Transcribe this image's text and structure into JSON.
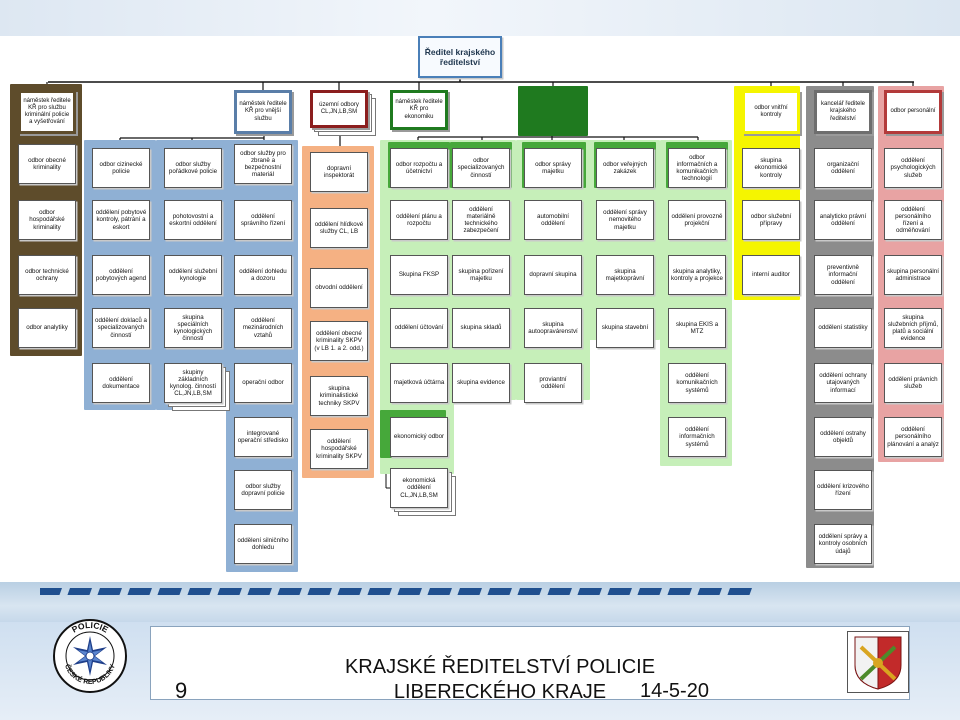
{
  "chart_data": {
    "type": "org-chart",
    "root": "Ředitel krajského ředitelství",
    "colors": {
      "brown": "#5e4c2b",
      "blue": "#8fb0d4",
      "dark_red": "#8b1e1e",
      "orange": "#f5b183",
      "green": "#46a83a",
      "dark_green": "#1f7a1f",
      "light_green": "#c6efb9",
      "yellow": "#f5f500",
      "gray": "#8c8c8c",
      "pink": "#e8a3a3",
      "red": "#b33a3a"
    },
    "columns": [
      {
        "id": "c1",
        "color": "brown",
        "head": "náměstek ředitele KŘ pro službu kriminální policie a vyšetřování",
        "items": [
          "odbor obecné kriminality",
          "odbor hospodářské kriminality",
          "odbor technické ochrany",
          "odbor analytiky"
        ]
      },
      {
        "id": "c2",
        "color": "blue",
        "head": "",
        "items": [
          "odbor cizinecké policie",
          "oddělení pobytové kontroly, pátrání a eskort",
          "oddělení pobytových agend",
          "oddělení doklaců a specializovaných činností",
          "oddělení dokumentace"
        ]
      },
      {
        "id": "c3",
        "color": "blue",
        "head": "",
        "items": [
          "odbor služby pořádkové policie",
          "pohotovostní a eskortní oddělení",
          "oddělení služební kynologie",
          "skupina speciálních kynologických činností",
          "skupiny základních kynolog. činností CL,JN,LB,SM"
        ]
      },
      {
        "id": "c4",
        "color": "blue",
        "head": "náměstek ředitele KŘ pro vnější službu",
        "items": [
          "odbor služby pro zbraně a bezpečnostní materiál",
          "oddělení správního řízení",
          "oddělení dohledu a dozoru",
          "oddělení mezinárodních vztahů",
          "operační odbor",
          "integrované operační středisko",
          "odbor služby dopravní policie",
          "oddělení silničního dohledu"
        ]
      },
      {
        "id": "c5",
        "color": "orange",
        "head": "územní odbory CL,JN,LB,SM",
        "items": [
          "dopravní inspektorát",
          "oddělení hlídkové služby CL, LB",
          "obvodní oddělení",
          "oddělení obecné kriminality SKPV (v LB 1. a 2. odd.)",
          "skupina kriminalistické techniky SKPV",
          "oddělení hospodářské kriminality SKPV"
        ]
      },
      {
        "id": "c6",
        "color": "green",
        "head": "náměstek ředitele KŘ pro ekonomiku",
        "items": [
          "odbor rozpočtu a účetnictví",
          "oddělení plánu a rozpočtu",
          "Skupina FKSP",
          "oddělení účtování",
          "majetková účtárna",
          "ekonomický odbor",
          "ekonomická oddělení CL,JN,LB,SM"
        ]
      },
      {
        "id": "c7",
        "color": "green",
        "head": "",
        "items": [
          "odbor specializovaných činností",
          "oddělení materiálně technického zabezpečení",
          "skupina pořizení majetku",
          "skupina skladů",
          "skupina evidence"
        ]
      },
      {
        "id": "c8",
        "color": "green",
        "head": "",
        "items": [
          "odbor správy majetku",
          "automobilní oddělení",
          "dopravní skupina",
          "skupina autoopravárenství",
          "proviantní oddělení"
        ]
      },
      {
        "id": "c9",
        "color": "green",
        "head": "",
        "items": [
          "odbor veřejných zakázek",
          "oddělení správy nemovitého majetku",
          "skupina majetkoprávní",
          "skupina stavební"
        ]
      },
      {
        "id": "c10",
        "color": "green",
        "head": "",
        "items": [
          "odbor informačních a komunikačních technologií",
          "oddělení provozně projekční",
          "skupina analytiky, kontroly a projekce",
          "skupina EKIS a MTZ",
          "oddělení komunikačních systémů",
          "oddělení informačních systémů"
        ]
      },
      {
        "id": "c11",
        "color": "yellow",
        "head": "odbor vnitřní kontroly",
        "items": [
          "skupina ekonomické kontroly",
          "odbor služební přípravy",
          "interní auditor"
        ]
      },
      {
        "id": "c12",
        "color": "gray",
        "head": "kancelář ředitele krajského ředitelství",
        "items": [
          "organizační oddělení",
          "analyticko právní oddělení",
          "preventivně informační oddělení",
          "oddělení statistiky",
          "oddělení ochrany utajovaných informací",
          "oddělení ostrahy objektů",
          "oddělení krizového řízení",
          "oddělení správy a kontroly osobních údajů"
        ]
      },
      {
        "id": "c13",
        "color": "pink",
        "head": "odbor personální",
        "items": [
          "oddělení psychologických služeb",
          "oddělení personálního řízení a odměňování",
          "skupina personální administrace",
          "skupina služebních příjmů, platů a sociální evidence",
          "oddělení právních služeb",
          "oddělení personálního plánování a analýz"
        ]
      }
    ]
  },
  "footer": {
    "slide_number": "9",
    "organization_line1": "KRAJSKÉ ŘEDITELSTVÍ POLICIE",
    "organization_line2": "LIBERECKÉHO KRAJE",
    "date": "14-5-20",
    "logo_text": "POLICIE ČESKÉ REPUBLIKY"
  }
}
